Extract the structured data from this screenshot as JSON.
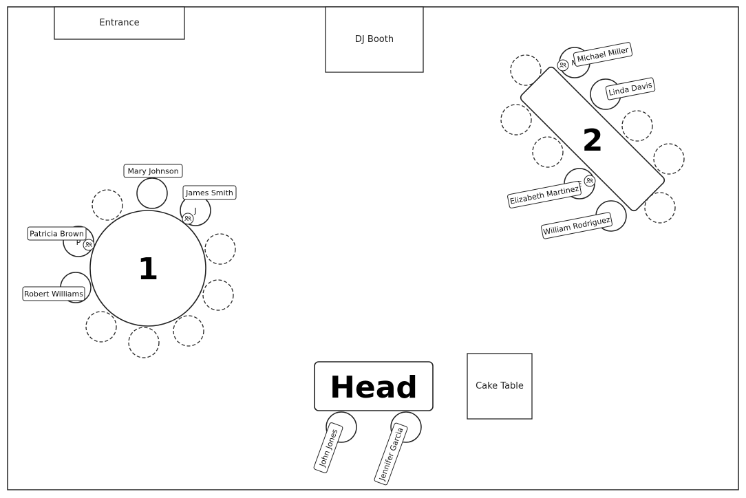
{
  "fixtures": {
    "entrance": "Entrance",
    "dj_booth": "DJ Booth",
    "cake_table": "Cake Table",
    "head_table": "Head"
  },
  "tables": {
    "table1": {
      "number": "1",
      "guests": {
        "mary": "Mary Johnson",
        "james": "James Smith",
        "james_initial": "J",
        "patricia": "Patricia Brown",
        "patricia_initial": "P",
        "robert": "Robert Williams"
      }
    },
    "table2": {
      "number": "2",
      "guests": {
        "michael": "Michael Miller",
        "michael_initial": "M",
        "linda": "Linda Davis",
        "elizabeth": "Elizabeth Martinez",
        "elizabeth_initial": "E",
        "william": "William Rodriguez"
      }
    },
    "head": {
      "guests": {
        "john": "John Jones",
        "jennifer": "Jennifer Garcia"
      }
    }
  },
  "colors": {
    "stroke": "#222222",
    "background": "#ffffff"
  },
  "icons": {
    "plus_one": "people-icon"
  }
}
